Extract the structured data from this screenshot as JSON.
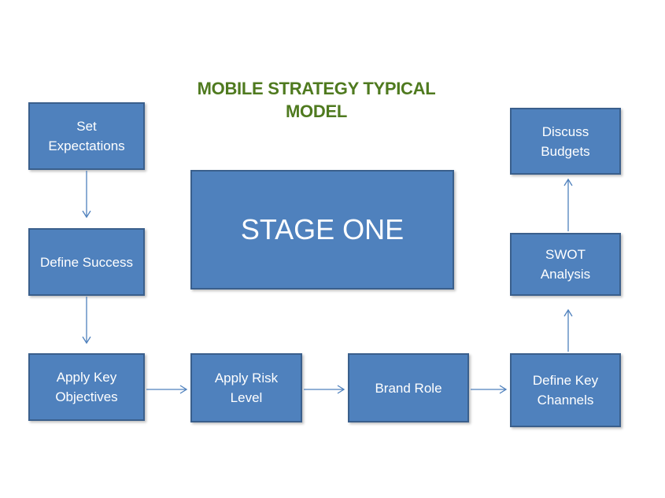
{
  "title": {
    "line1": "MOBILE STRATEGY TYPICAL",
    "line2": "MODEL"
  },
  "center": {
    "label": "STAGE ONE"
  },
  "steps": {
    "set_expectations": {
      "line1": "Set",
      "line2": "Expectations"
    },
    "define_success": {
      "line1": "Define Success"
    },
    "apply_key_objectives": {
      "line1": "Apply Key",
      "line2": "Objectives"
    },
    "apply_risk_level": {
      "line1": "Apply Risk",
      "line2": "Level"
    },
    "brand_role": {
      "line1": "Brand Role"
    },
    "define_key_channels": {
      "line1": "Define Key",
      "line2": "Channels"
    },
    "swot_analysis": {
      "line1": "SWOT",
      "line2": "Analysis"
    },
    "discuss_budgets": {
      "line1": "Discuss",
      "line2": "Budgets"
    }
  },
  "colors": {
    "box_fill": "#4f81bd",
    "box_border": "#3a5f8c",
    "title": "#4f7a1f",
    "arrow": "#4f81bd"
  }
}
